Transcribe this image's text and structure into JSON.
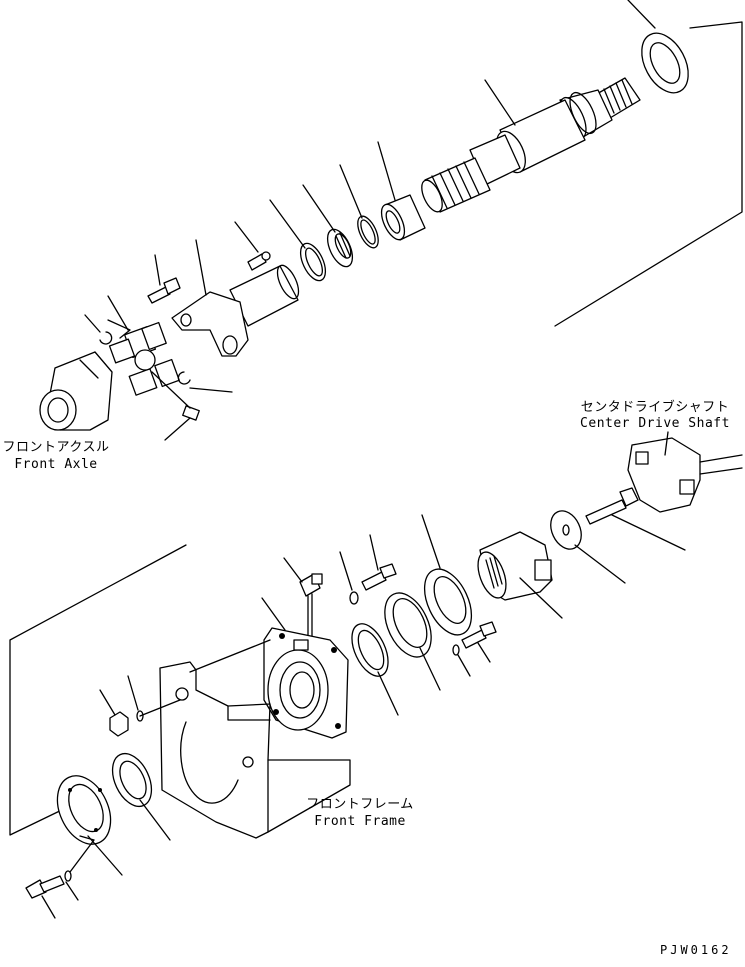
{
  "labels": {
    "center_drive_shaft_jp": "センタドライブシャフト",
    "center_drive_shaft_en": "Center Drive Shaft",
    "front_axle_jp": "フロントアクスル",
    "front_axle_en": "Front Axle",
    "front_frame_jp": "フロントフレーム",
    "front_frame_en": "Front Frame",
    "drawing_number": "PJW0162"
  }
}
